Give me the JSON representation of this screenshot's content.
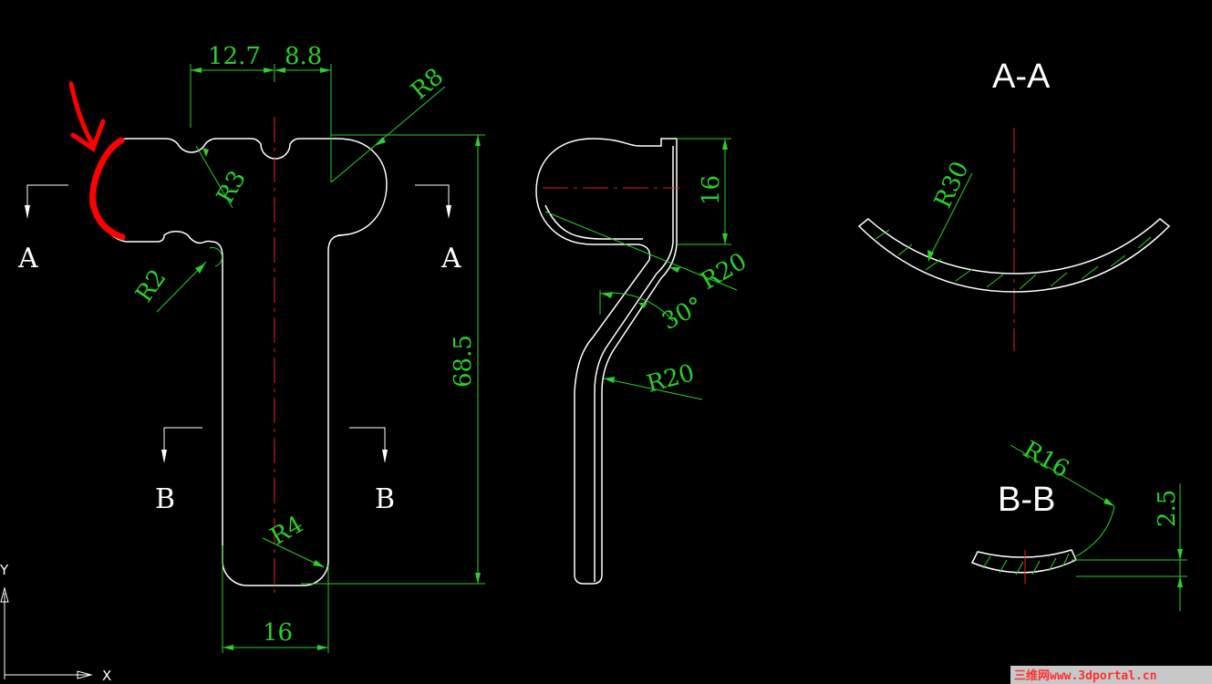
{
  "dims": {
    "d_12_7": "12.7",
    "d_8_8": "8.8",
    "r8": "R8",
    "r3": "R3",
    "r2": "R2",
    "r4": "R4",
    "d_68_5": "68.5",
    "d_16_bottom": "16",
    "d_16_side": "16",
    "r20_upper": "R20",
    "r20_lower": "R20",
    "angle_30": "30°",
    "r30": "R30",
    "r16": "R16",
    "d_2_5": "2.5"
  },
  "labels": {
    "section_a_left": "A",
    "section_a_right": "A",
    "section_b_left": "B",
    "section_b_right": "B",
    "view_aa": "A-A",
    "view_bb": "B-B"
  },
  "ucs": {
    "x": "X",
    "y": "Y"
  },
  "watermark": "三维网www.3dportal.cn",
  "colors": {
    "background": "#000000",
    "outline": "#ffffff",
    "dimension": "#27d127",
    "centerline": "#e02020",
    "highlight": "#ff0000"
  }
}
